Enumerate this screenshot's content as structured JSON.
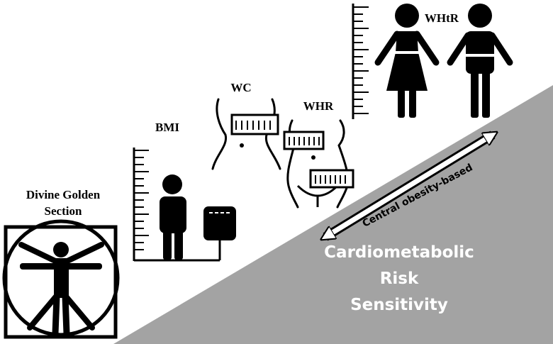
{
  "labels": {
    "divine_line1": "Divine Golden",
    "divine_line2": "Section",
    "bmi": "BMI",
    "wc": "WC",
    "whr": "WHR",
    "whtr": "WHtR",
    "central": "Central obesity-based",
    "risk_line1": "Cardiometabolic",
    "risk_line2": "Risk",
    "risk_line3": "Sensitivity"
  },
  "colors": {
    "slope_fill": "#a3a3a3",
    "icon": "#000000",
    "risk_text": "#ffffff",
    "background": "#ffffff"
  },
  "icons": [
    "vitruvian-man-icon",
    "person-on-scale-icon",
    "waist-tape-icon",
    "hip-tape-icon",
    "woman-icon",
    "man-icon",
    "height-ruler-icon",
    "double-arrow-icon"
  ]
}
